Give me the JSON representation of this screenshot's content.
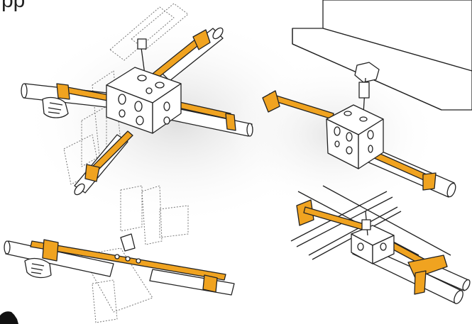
{
  "heading": {
    "visible_text": "pp"
  },
  "colors": {
    "brace": "#F0A320",
    "brace_outline": "#3A2A10",
    "line": "#222222",
    "dotted": "#777777",
    "shadow": "#E8E8E8",
    "white": "#FFFFFF"
  },
  "figures": [
    "two-way-brace-with-x-support",
    "beam-hung-brace",
    "single-brace-between-joists",
    "brace-under-conduit-run"
  ],
  "icons": {
    "corner_mark": "partial-logo-icon"
  }
}
